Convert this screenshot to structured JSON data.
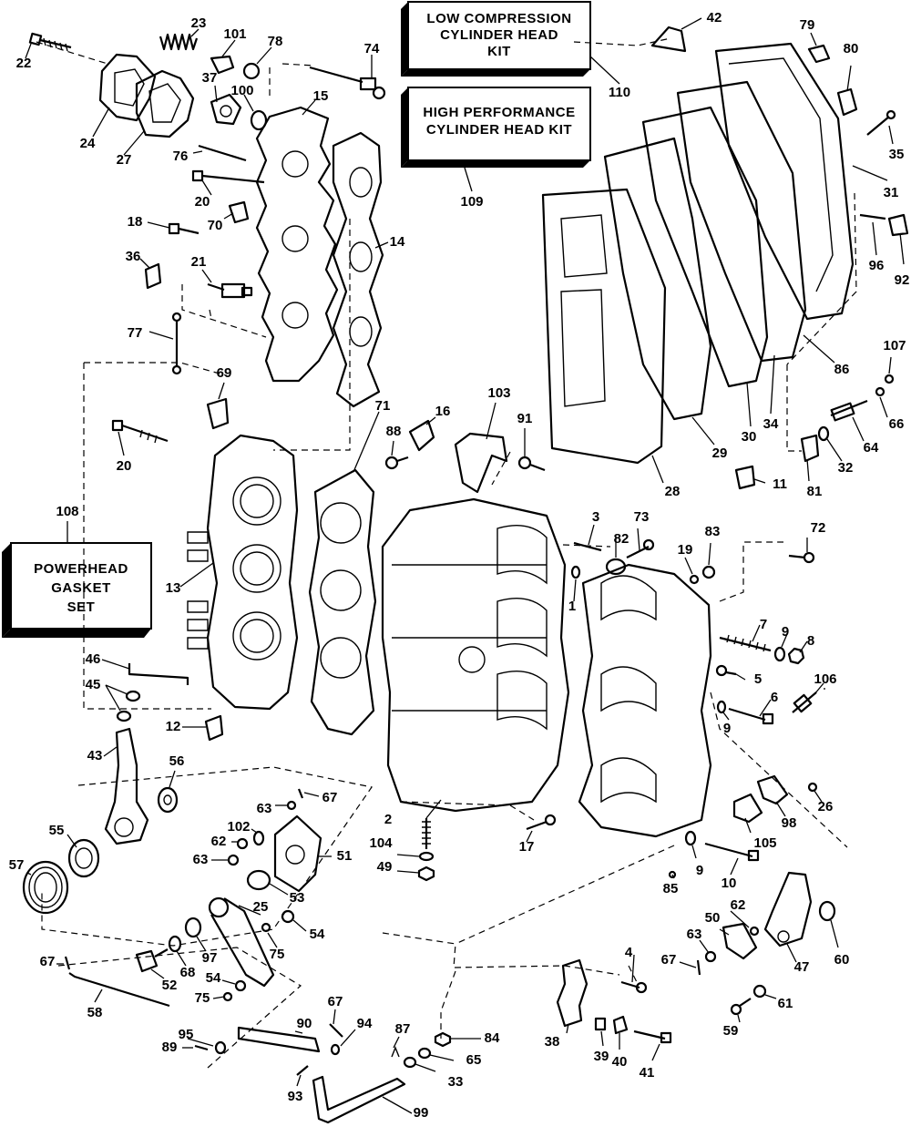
{
  "callouts": [
    "1",
    "2",
    "3",
    "4",
    "5",
    "6",
    "7",
    "8",
    "9",
    "10",
    "11",
    "12",
    "13",
    "14",
    "15",
    "16",
    "17",
    "18",
    "19",
    "20",
    "21",
    "22",
    "23",
    "24",
    "25",
    "26",
    "27",
    "28",
    "29",
    "30",
    "31",
    "32",
    "33",
    "34",
    "35",
    "36",
    "37",
    "38",
    "39",
    "40",
    "41",
    "42",
    "43",
    "45",
    "46",
    "47",
    "49",
    "50",
    "51",
    "52",
    "53",
    "54",
    "55",
    "56",
    "57",
    "58",
    "59",
    "60",
    "61",
    "62",
    "63",
    "64",
    "65",
    "66",
    "67",
    "68",
    "69",
    "70",
    "71",
    "72",
    "73",
    "74",
    "75",
    "76",
    "77",
    "78",
    "79",
    "80",
    "81",
    "82",
    "83",
    "84",
    "85",
    "86",
    "87",
    "88",
    "89",
    "90",
    "91",
    "92",
    "93",
    "94",
    "95",
    "96",
    "97",
    "98",
    "99",
    "100",
    "101",
    "102",
    "103",
    "104",
    "105",
    "106",
    "107",
    "108",
    "109",
    "110"
  ],
  "kits": {
    "low_compression": [
      "LOW COMPRESSION",
      "CYLINDER HEAD",
      "KIT"
    ],
    "high_performance": [
      "HIGH PERFORMANCE",
      "CYLINDER HEAD KIT"
    ],
    "powerhead_gasket": [
      "POWERHEAD",
      "GASKET",
      "SET"
    ]
  }
}
